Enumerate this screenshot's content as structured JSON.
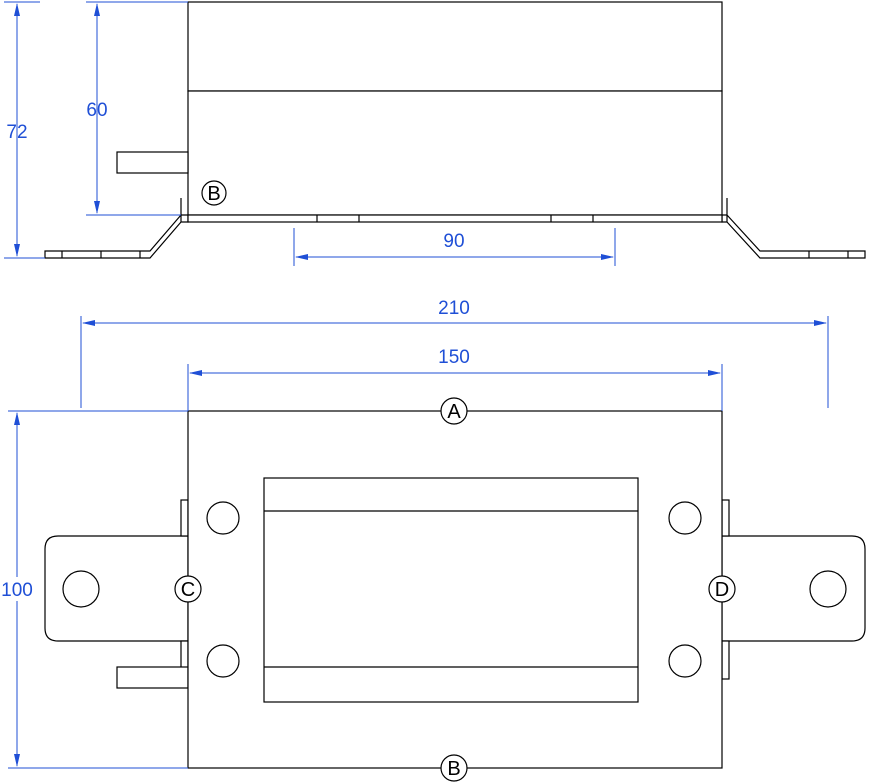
{
  "dimensions": {
    "height_total": "72",
    "height_body": "60",
    "hole_spacing": "90",
    "overall_length": "210",
    "body_length": "150",
    "body_width": "100"
  },
  "labels": {
    "side_view_b": "B",
    "top_view_a": "A",
    "top_view_b": "B",
    "top_view_c": "C",
    "top_view_d": "D"
  },
  "colors": {
    "dimension": "#1f4fd6",
    "outline": "#000000"
  }
}
